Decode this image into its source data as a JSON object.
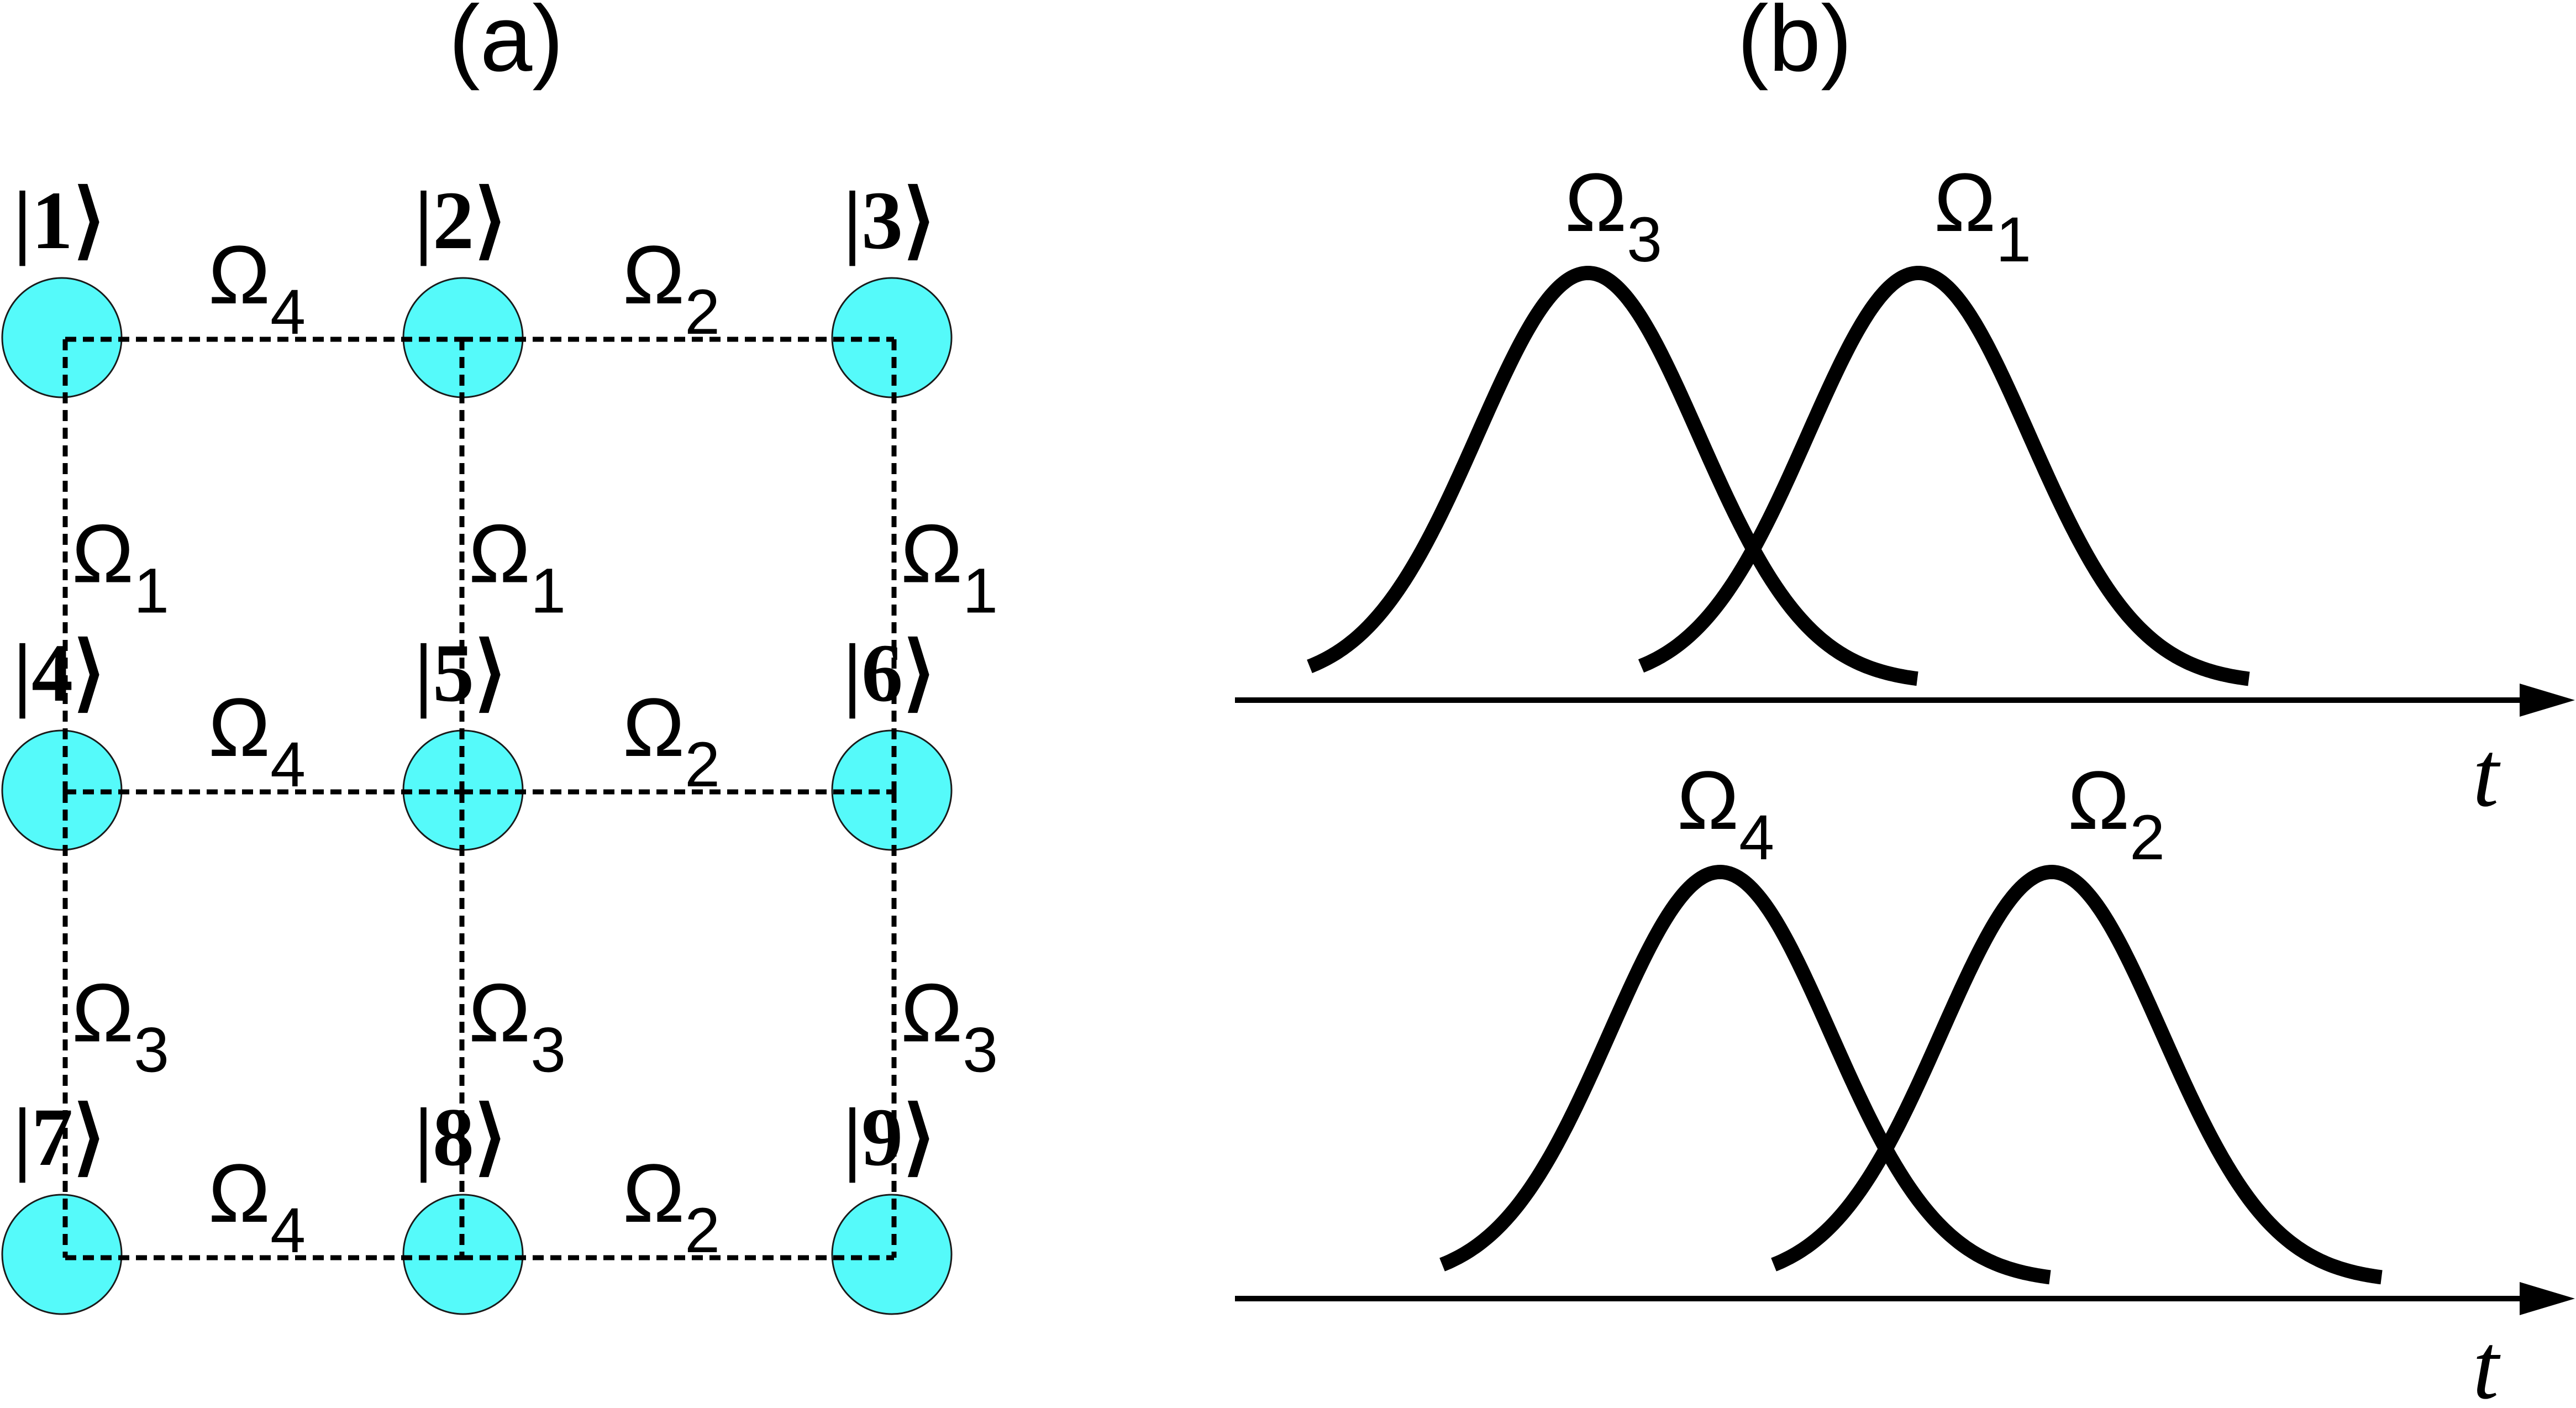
{
  "panels": {
    "a_label": "(a)",
    "b_label": "(b)"
  },
  "omega_symbol": "Ω",
  "states": [
    {
      "ket": "|1⟩"
    },
    {
      "ket": "|2⟩"
    },
    {
      "ket": "|3⟩"
    },
    {
      "ket": "|4⟩"
    },
    {
      "ket": "|5⟩"
    },
    {
      "ket": "|6⟩"
    },
    {
      "ket": "|7⟩"
    },
    {
      "ket": "|8⟩"
    },
    {
      "ket": "|9⟩"
    }
  ],
  "node_color": "#55fafa",
  "couplings": [
    {
      "from": 1,
      "to": 2,
      "label": "4"
    },
    {
      "from": 2,
      "to": 3,
      "label": "2"
    },
    {
      "from": 4,
      "to": 5,
      "label": "4"
    },
    {
      "from": 5,
      "to": 6,
      "label": "2"
    },
    {
      "from": 7,
      "to": 8,
      "label": "4"
    },
    {
      "from": 8,
      "to": 9,
      "label": "2"
    },
    {
      "from": 1,
      "to": 4,
      "label": "1"
    },
    {
      "from": 2,
      "to": 5,
      "label": "1"
    },
    {
      "from": 3,
      "to": 6,
      "label": "1"
    },
    {
      "from": 4,
      "to": 7,
      "label": "3"
    },
    {
      "from": 5,
      "to": 8,
      "label": "3"
    },
    {
      "from": 6,
      "to": 9,
      "label": "3"
    }
  ],
  "pulse_plots": [
    {
      "axis_label": "t",
      "pulses": [
        {
          "label": "3"
        },
        {
          "label": "1"
        }
      ]
    },
    {
      "axis_label": "t",
      "pulses": [
        {
          "label": "4"
        },
        {
          "label": "2"
        }
      ]
    }
  ]
}
